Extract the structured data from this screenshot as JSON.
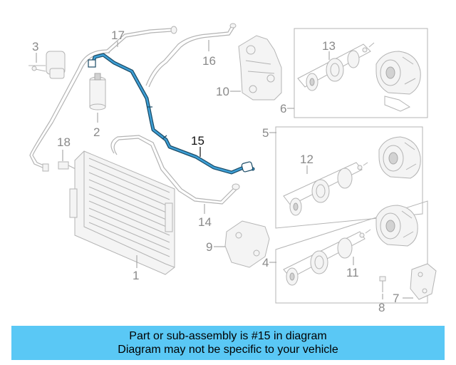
{
  "labels": {
    "p1": "1",
    "p2": "2",
    "p3": "3",
    "p4": "4",
    "p5": "5",
    "p6": "6",
    "p7": "7",
    "p8": "8",
    "p9": "9",
    "p10": "10",
    "p11": "11",
    "p12": "12",
    "p13": "13",
    "p14": "14",
    "p15": "15",
    "p16": "16",
    "p17": "17",
    "p18": "18"
  },
  "highlight_color": "#3d9fd6",
  "banner": {
    "color": "#5ac8f5",
    "line1": "Part or sub-assembly is #15 in diagram",
    "line2": "Diagram may not be specific to your vehicle"
  }
}
